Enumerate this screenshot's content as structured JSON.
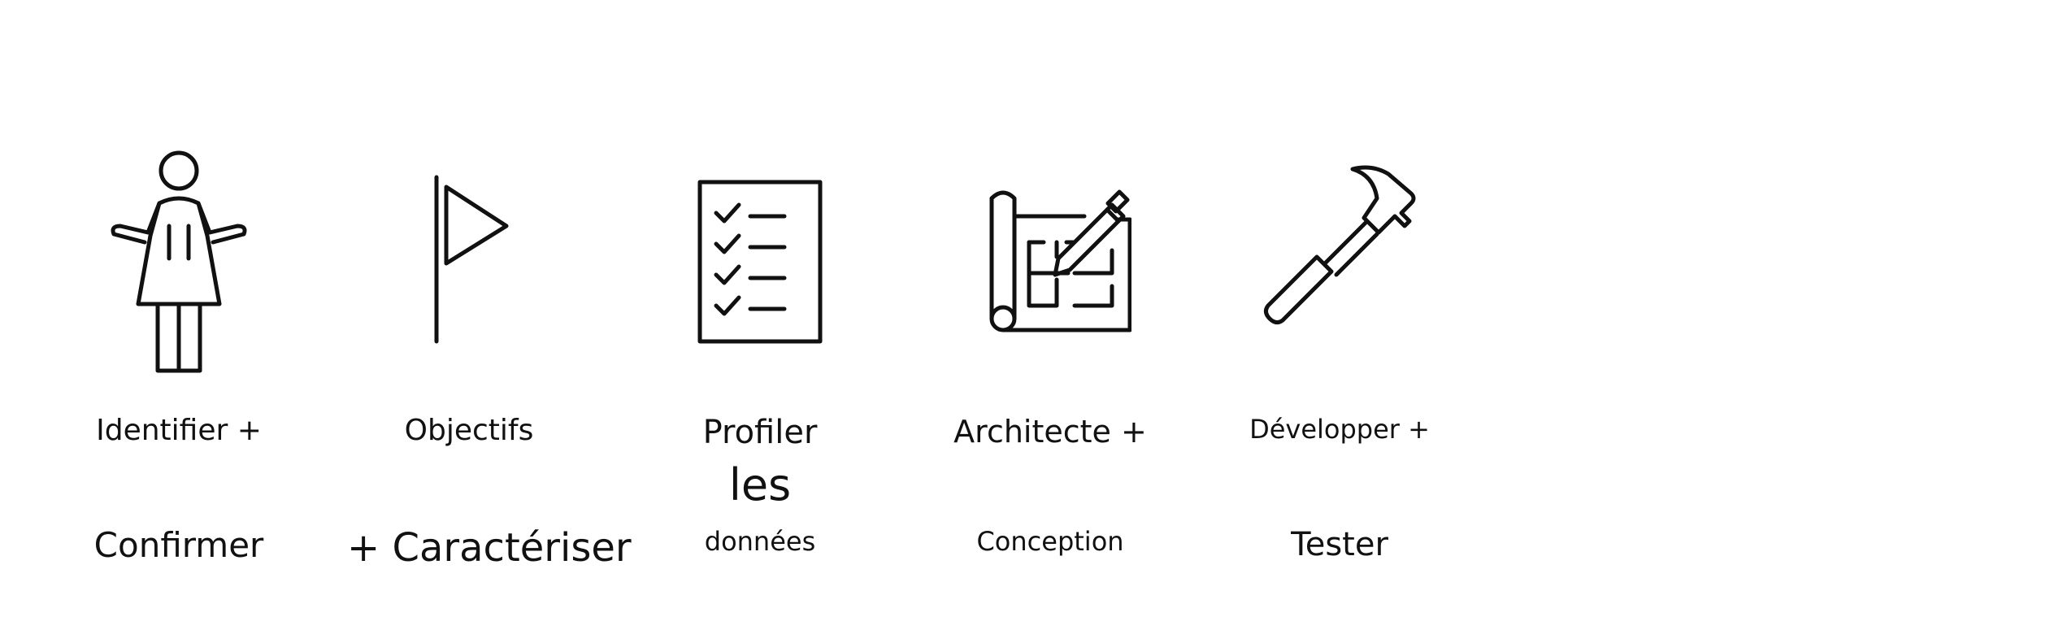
{
  "diagram": {
    "steps": [
      {
        "icon": "person-shrug-icon",
        "lines": [
          "Identifier +",
          "",
          "Confirmer"
        ]
      },
      {
        "icon": "flag-icon",
        "lines": [
          "Objectifs",
          "",
          "+ Caractériser"
        ]
      },
      {
        "icon": "checklist-icon",
        "lines": [
          "Profiler",
          "les",
          "données"
        ]
      },
      {
        "icon": "blueprint-pencil-icon",
        "lines": [
          "Architecte +",
          "",
          "Conception"
        ]
      },
      {
        "icon": "hammer-icon",
        "lines": [
          "Développer +",
          "",
          "Tester"
        ]
      }
    ]
  }
}
